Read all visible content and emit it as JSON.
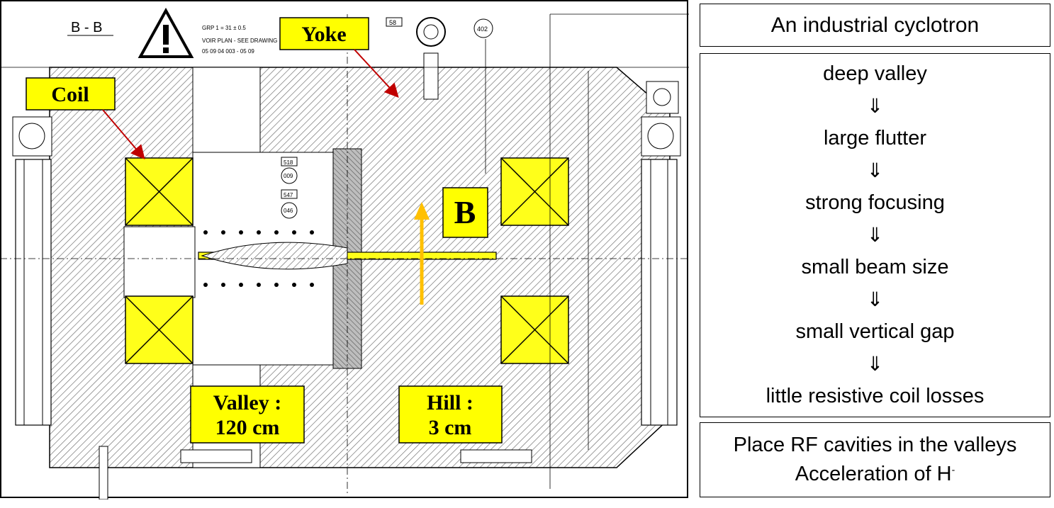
{
  "drawing": {
    "section_label": "B - B",
    "note_line1": "GRP 1 = 31 ± 0.5",
    "note_line2": "VOIR PLAN - SEE DRAWING",
    "note_line3": "05 09 04 003 - 05 09",
    "tag_top": "58",
    "tag_402": "402",
    "tag_518": "518",
    "tag_009": "009",
    "tag_547": "547",
    "tag_046": "046",
    "yoke_label": "Yoke",
    "coil_label": "Coil",
    "b_label": "B",
    "valley_line1": "Valley :",
    "valley_line2": "120 cm",
    "hill_line1": "Hill :",
    "hill_line2": "3 cm",
    "colors": {
      "label_fill": "#ffff00",
      "coil_fill": "#ffff1a",
      "arrow_red": "#c00000",
      "b_arrow": "#ffc000",
      "hatch": "#6a6a6a"
    }
  },
  "title_panel": {
    "text": "An industrial cyclotron"
  },
  "chain": {
    "steps": [
      "deep valley",
      "large flutter",
      "strong focusing",
      "small beam size",
      "small vertical gap",
      "little resistive coil losses"
    ],
    "arrow_glyph": "⇓"
  },
  "bottom_panel": {
    "line1": "Place RF cavities in the valleys",
    "line2_prefix": "Acceleration of H",
    "line2_sup": "-"
  }
}
